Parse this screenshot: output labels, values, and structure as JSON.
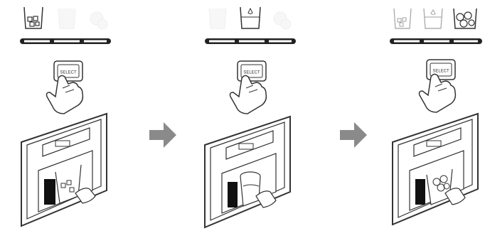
{
  "steps": [
    {
      "select_button_label": "SELECT",
      "active_mode": "cubed-ice"
    },
    {
      "select_button_label": "SELECT",
      "active_mode": "water"
    },
    {
      "select_button_label": "SELECT",
      "active_mode": "crushed-ice"
    }
  ],
  "colors": {
    "line": "#333333",
    "arrow": "#8a8a8a",
    "dark_fill": "#111111"
  }
}
